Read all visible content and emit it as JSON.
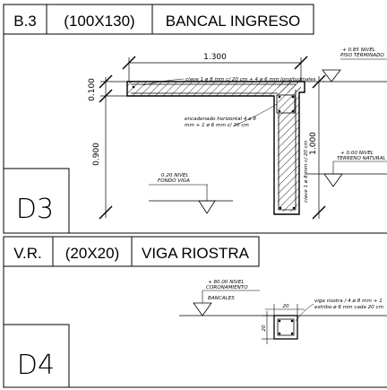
{
  "sections": [
    {
      "code": "B.3",
      "size": "(100X130)",
      "title": "BANCAL INGRESO",
      "detail": "D3",
      "dims": {
        "width": "1.300",
        "top_thickness": "0.100",
        "height_left": "0.900",
        "height_right": "1.000"
      },
      "notes": {
        "top_rebar": "clave 1 ø 8 mm c/ 20 cm + 4 ø 6 mm longitudinales",
        "tie_line1": "encadenado horizontal 4 ø 8",
        "tie_line2": "mm + 1 ø 6 mm c/ 20 cm",
        "wall_rebar": "clave 1 ø 8 mm c/ 20 cm",
        "level_top_value": "+ 0.85 NIVEL",
        "level_top_label": "PISO TERMINADO",
        "level_mid_value": "+ 0.00 NIVEL",
        "level_mid_label": "TERRENO NATURAL",
        "level_bot_value": "0.20 NIVEL",
        "level_bot_label": "FONDO VIGA"
      }
    },
    {
      "code": "V.R.",
      "size": "(20X20)",
      "title": "VIGA RIOSTRA",
      "detail": "D4",
      "dims": {
        "width": "20",
        "height": "20"
      },
      "notes": {
        "level_value": "+ 80.00 NIVEL",
        "level_label1": "CORONAMIENTO",
        "level_label2": "BANCALES",
        "rebar_line1": "viga riostra / 4 ø 8 mm + 1",
        "rebar_line2": "estribo ø 6 mm cada 20 cm"
      }
    }
  ]
}
